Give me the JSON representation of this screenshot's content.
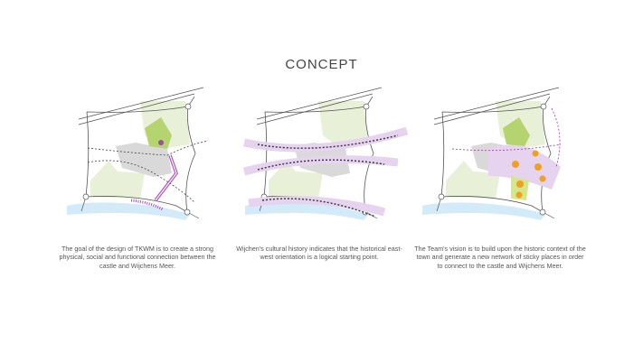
{
  "title": "CONCEPT",
  "panels": [
    {
      "caption": "The goal of the design of TKWM is to create a strong physical, social and functional connection between the castle and Wijchens Meer."
    },
    {
      "caption": "Wijchen's cultural history indicates that the historical east-west orientation is a logical starting point."
    },
    {
      "caption": "The Team's vision is to build upon the historic context of the town and generate a new network of sticky places in order to connect to the castle and Wijchens Meer."
    }
  ],
  "colors": {
    "green_light": "#e8f0d8",
    "green": "#b5d36e",
    "grey": "#d9d9d9",
    "water": "#d3ebf8",
    "purple": "#b04fb8",
    "purple_light": "#e6d3ef",
    "orange": "#f0a020"
  }
}
